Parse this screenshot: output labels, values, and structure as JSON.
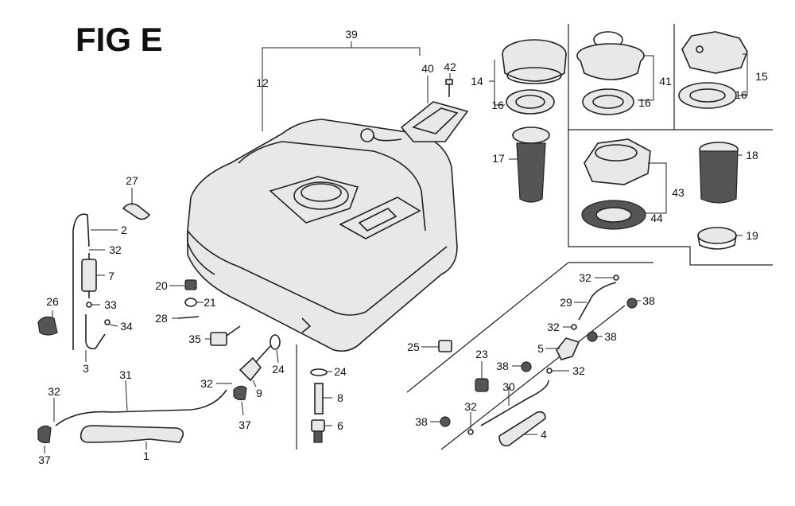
{
  "figure": {
    "title": "FIG E"
  },
  "callouts": [
    "39",
    "12",
    "40",
    "42",
    "14",
    "16",
    "41",
    "16",
    "15",
    "16",
    "17",
    "43",
    "44",
    "18",
    "19",
    "27",
    "2",
    "32",
    "7",
    "26",
    "33",
    "34",
    "3",
    "20",
    "21",
    "28",
    "35",
    "24",
    "25",
    "32",
    "38",
    "29",
    "32",
    "38",
    "5",
    "23",
    "38",
    "32",
    "30",
    "38",
    "32",
    "4",
    "31",
    "32",
    "9",
    "37",
    "24",
    "8",
    "6",
    "32",
    "37",
    "1"
  ]
}
